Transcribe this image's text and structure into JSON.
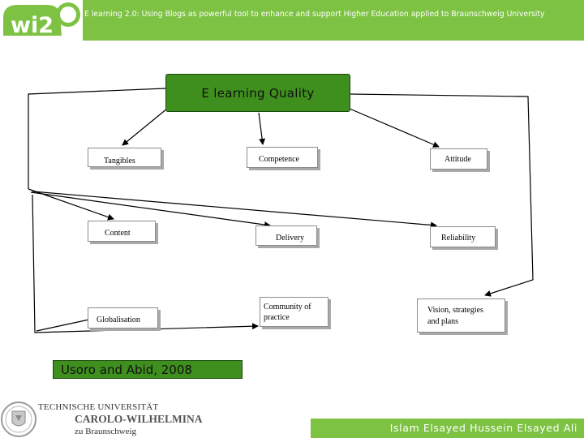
{
  "header": {
    "logo_text": "wi2",
    "title": "E learning 2.0: Using Blogs as powerful tool to enhance and support Higher Education applied to Braunschweig University"
  },
  "diagram": {
    "main_node": "E learning Quality",
    "nodes": {
      "tangibles": "Tangibles",
      "competence": "Competence",
      "attitude": "Attitude",
      "content": "Content",
      "delivery": "Delivery",
      "reliability": "Reliability",
      "globalisation": "Globalisation",
      "community_line1": "Community of",
      "community_line2": "practice",
      "vision_line1": "Vision, strategies",
      "vision_line2": "and plans"
    }
  },
  "citation": "Usoro and Abid, 2008",
  "university": {
    "line1": "TECHNISCHE UNIVERSITÄT",
    "line2": "CAROLO-WILHELMINA",
    "line3": "zu Braunschweig"
  },
  "author": "Islam Elsayed Hussein Elsayed Ali",
  "colors": {
    "header_green": "#7dc242",
    "box_green": "#3f8f1e"
  }
}
